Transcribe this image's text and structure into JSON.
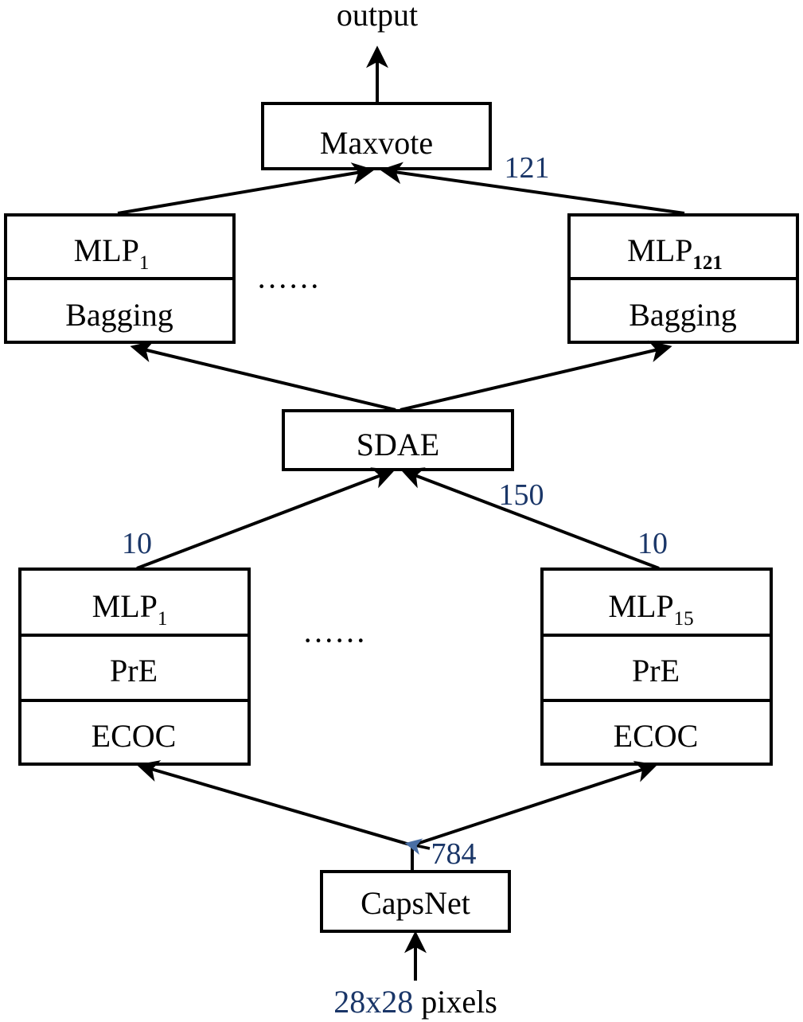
{
  "diagram": {
    "title": "CapsNet-SDAE-MLP ensemble architecture",
    "colors": {
      "stroke": "#000000",
      "box_fill": "#ffffff",
      "annotation_blue": "#1a3668",
      "background": "#ffffff"
    },
    "top_label": "output",
    "bottom_label_blue": "28x28",
    "bottom_label_black": " pixels",
    "ellipsis_upper": "······",
    "ellipsis_lower": "······",
    "nodes": {
      "maxvote": {
        "label": "Maxvote"
      },
      "mlp_bag_left": {
        "title": "MLP",
        "title_sub": "1",
        "row2": "Bagging"
      },
      "mlp_bag_right": {
        "title": "MLP",
        "title_sub": "121",
        "row2": "Bagging"
      },
      "sdae": {
        "label": "SDAE"
      },
      "mlp_pre_left": {
        "title": "MLP",
        "title_sub": "1",
        "row2": "PrE",
        "row3": "ECOC"
      },
      "mlp_pre_right": {
        "title": "MLP",
        "title_sub": "15",
        "row2": "PrE",
        "row3": "ECOC"
      },
      "capsnet": {
        "label": "CapsNet"
      }
    },
    "edge_labels": {
      "to_maxvote": "121",
      "to_sdae_center": "150",
      "to_sdae_left": "10",
      "to_sdae_right": "10",
      "from_capsnet": "784"
    }
  }
}
